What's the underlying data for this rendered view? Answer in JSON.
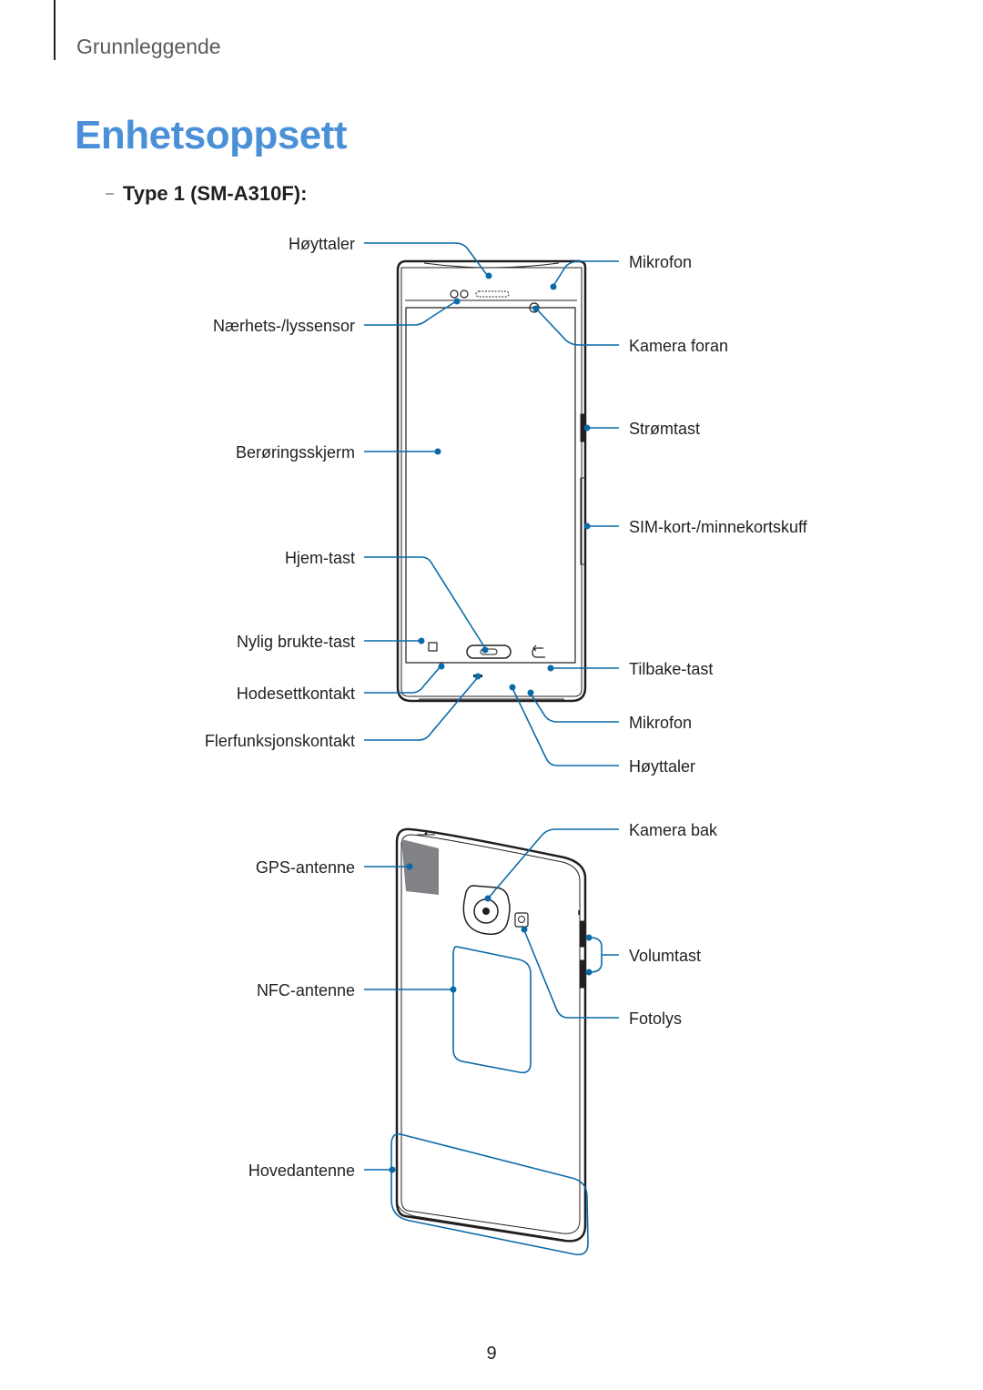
{
  "header": {
    "section": "Grunnleggende",
    "title": "Enhetsoppsett"
  },
  "subsection": {
    "bullet": "–",
    "label": "Type 1 (SM-A310F):"
  },
  "front_labels": {
    "speaker_top": "Høyttaler",
    "proximity_sensor": "Nærhets-/lyssensor",
    "touchscreen": "Berøringsskjerm",
    "home_key": "Hjem-tast",
    "recent_apps_key": "Nylig brukte-tast",
    "headset_jack": "Hodesettkontakt",
    "multipurpose_jack": "Flerfunksjonskontakt",
    "mic_top": "Mikrofon",
    "front_camera": "Kamera foran",
    "power_key": "Strømtast",
    "sim_tray": "SIM-kort-/minnekortskuff",
    "back_key": "Tilbake-tast",
    "mic_bottom": "Mikrofon",
    "speaker_bottom": "Høyttaler"
  },
  "back_labels": {
    "rear_camera": "Kamera bak",
    "gps_antenna": "GPS-antenne",
    "volume_key": "Volumtast",
    "nfc_antenna": "NFC-antenne",
    "flash": "Fotolys",
    "main_antenna": "Hovedantenne"
  },
  "colors": {
    "accent_title": "#4a90d9",
    "callout": "#0a6aa8",
    "gps_area": "#808285"
  },
  "footer": {
    "page_number": "9"
  }
}
